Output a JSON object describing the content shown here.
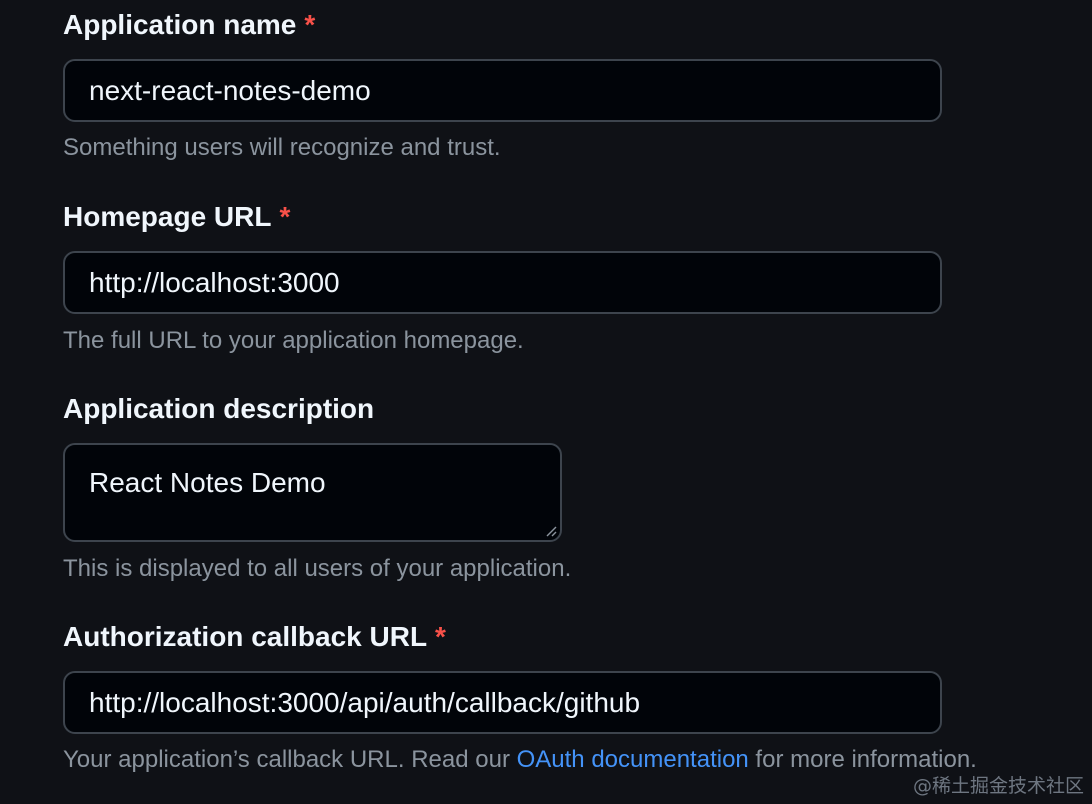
{
  "fields": {
    "app_name": {
      "label": "Application name",
      "required_mark": "*",
      "value": "next-react-notes-demo",
      "hint": "Something users will recognize and trust."
    },
    "homepage": {
      "label": "Homepage URL",
      "required_mark": "*",
      "value": "http://localhost:3000",
      "hint": "The full URL to your application homepage."
    },
    "description": {
      "label": "Application description",
      "value": "React Notes Demo",
      "hint": "This is displayed to all users of your application."
    },
    "callback": {
      "label": "Authorization callback URL",
      "required_mark": "*",
      "value": "http://localhost:3000/api/auth/callback/github",
      "hint_prefix": "Your application’s callback URL. Read our ",
      "hint_link": "OAuth documentation",
      "hint_suffix": " for more information."
    }
  },
  "watermark": "@稀土掘金技术社区",
  "colors": {
    "background": "#0f1116",
    "input_background": "#010409",
    "input_border": "#3d444d",
    "required": "#f85149",
    "hint": "#8b949e",
    "link": "#4493f8"
  },
  "icons": {
    "resize": "resize-grip-icon"
  }
}
